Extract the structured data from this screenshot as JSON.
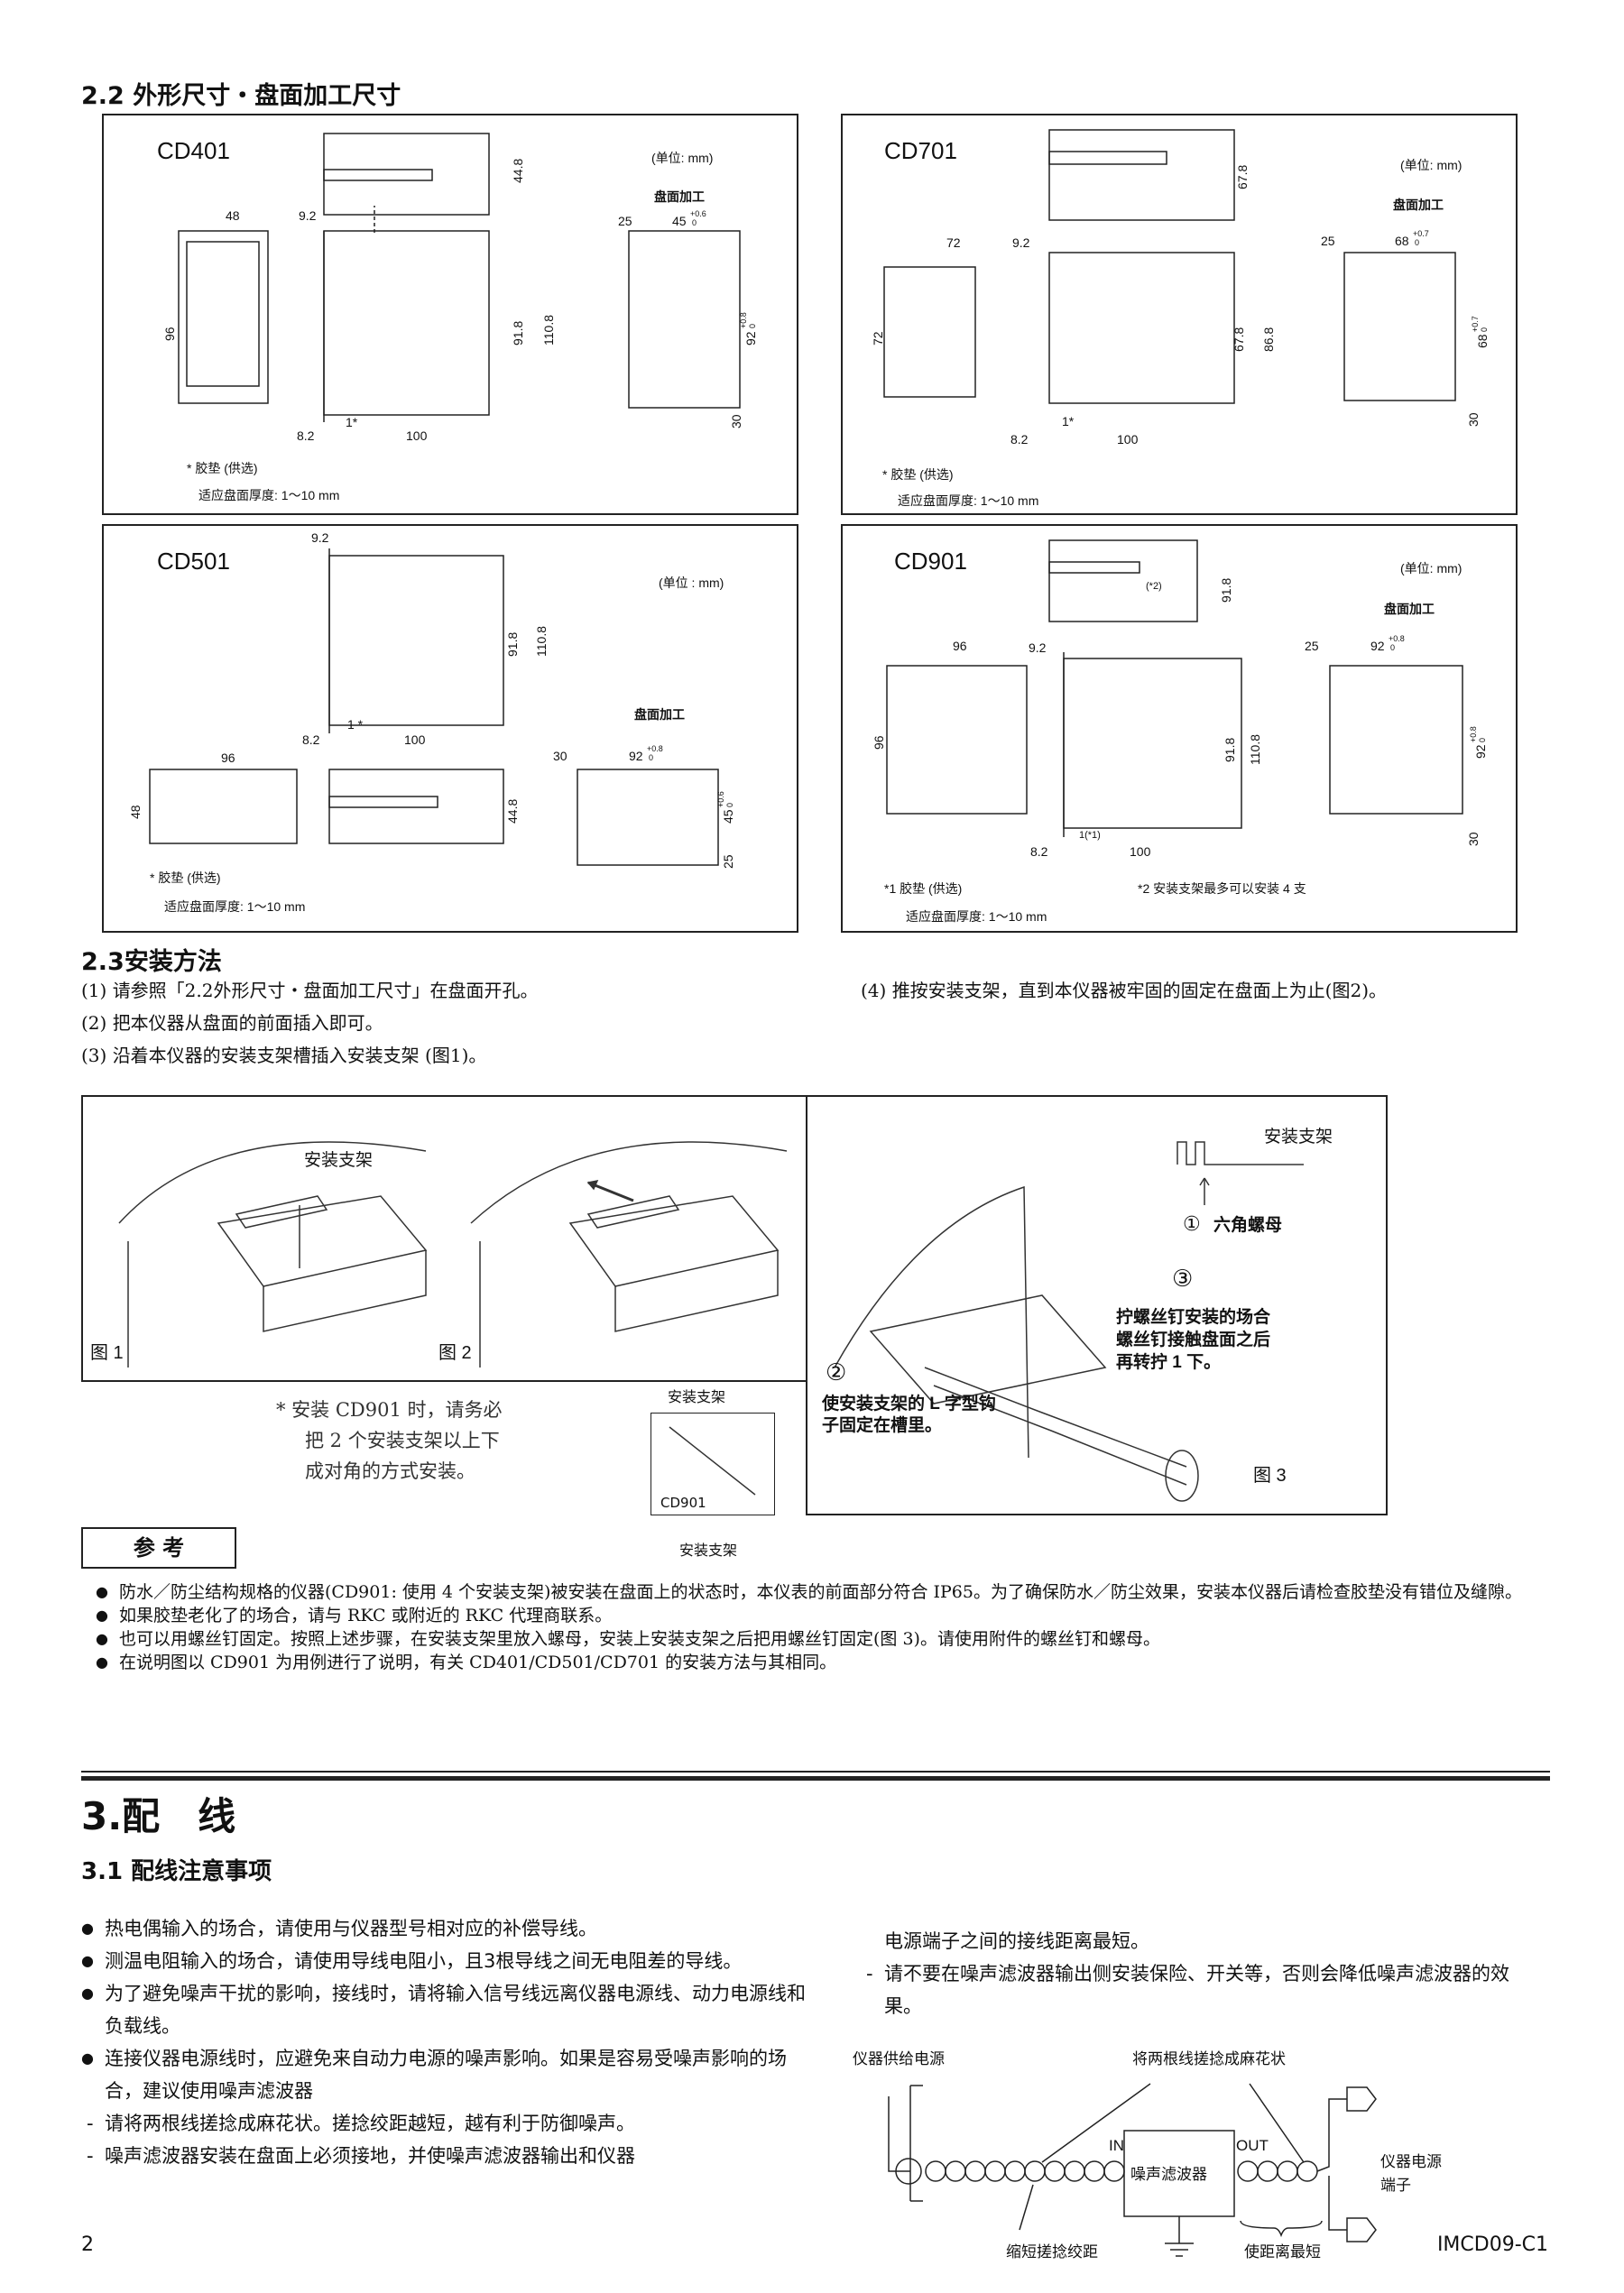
{
  "section22": {
    "title": "2.2 外形尺寸・盘面加工尺寸",
    "cd401": {
      "model": "CD401",
      "unit": "(单位: mm)",
      "panel": "盘面加工",
      "d48": "48",
      "d92a": "9.2",
      "d96": "96",
      "d918": "91.8",
      "d1108": "110.8",
      "d448": "44.8",
      "d25": "25",
      "cut_w": "45",
      "cut_w_tol": "+0.6",
      "cut_w_tol0": "0",
      "cut_h": "92",
      "cut_h_tol": "+0.8",
      "cut_h_tol0": "0",
      "d30": "30",
      "d82": "8.2",
      "d1": "1*",
      "d100": "100",
      "note1": "* 胶垫 (供选)",
      "note2": "适应盘面厚度: 1～10 mm"
    },
    "cd701": {
      "model": "CD701",
      "unit": "(单位: mm)",
      "panel": "盘面加工",
      "d72w": "72",
      "d92a": "9.2",
      "d72h": "72",
      "d678": "67.8",
      "d868": "86.8",
      "d678top": "67.8",
      "d25": "25",
      "cut_w": "68",
      "cut_w_tol": "+0.7",
      "cut_w_tol0": "0",
      "cut_h": "68",
      "cut_h_tol": "+0.7",
      "cut_h_tol0": "0",
      "d30": "30",
      "d82": "8.2",
      "d1": "1*",
      "d100": "100",
      "note1": "* 胶垫 (供选)",
      "note2": "适应盘面厚度: 1～10 mm"
    },
    "cd501": {
      "model": "CD501",
      "unit": "(单位 : mm)",
      "panel": "盘面加工",
      "d92a": "9.2",
      "d918": "91.8",
      "d1108": "110.8",
      "d82": "8.2",
      "d1": "1 *",
      "d100": "100",
      "d96": "96",
      "d48": "48",
      "d448": "44.8",
      "d30": "30",
      "cut_w": "92",
      "cut_w_tol": "+0.8",
      "cut_w_tol0": "0",
      "cut_h": "45",
      "cut_h_tol": "+0.6",
      "cut_h_tol0": "0",
      "d25": "25",
      "note1": "* 胶垫 (供选)",
      "note2": "适应盘面厚度: 1～10 mm"
    },
    "cd901": {
      "model": "CD901",
      "unit": "(单位: mm)",
      "panel": "盘面加工",
      "d918top": "91.8",
      "star2": "(*2)",
      "d25": "25",
      "cut_w": "92",
      "cut_w_tol": "+0.8",
      "cut_w_tol0": "0",
      "d96w": "96",
      "d92a": "9.2",
      "d96h": "96",
      "d918": "91.8",
      "d1108": "110.8",
      "cut_h": "92",
      "cut_h_tol": "+0.8",
      "cut_h_tol0": "0",
      "d30": "30",
      "d82": "8.2",
      "d1": "1(*1)",
      "d100": "100",
      "note1": "*1 胶垫 (供选)",
      "note3": "*2 安装支架最多可以安装 4 支",
      "note2": "适应盘面厚度: 1～10 mm"
    }
  },
  "section23": {
    "title": "2.3安装方法",
    "steps": [
      "(1) 请参照「2.2外形尺寸・盘面加工尺寸」在盘面开孔。",
      "(2) 把本仪器从盘面的前面插入即可。",
      "(3) 沿着本仪器的安装支架槽插入安装支架 (图1)。",
      "(4) 推按安装支架，直到本仪器被牢固的固定在盘面上为止(图2)。"
    ],
    "figure": {
      "bracket": "安装支架",
      "fig1": "图 1",
      "fig2": "图 2",
      "fig3": "图 3",
      "bracket_right": "安装支架",
      "nut_num": "①",
      "nut": "六角螺母",
      "step3": "③",
      "screw_note": [
        "拧螺丝钉安装的场合",
        "螺丝钉接触盘面之后",
        "再转拧 1 下。"
      ],
      "step2": "②",
      "hook_note": [
        "使安装支架的 L 字型钩",
        "子固定在槽里。"
      ],
      "cd901_note": [
        "* 安装 CD901 时，请务必",
        "把 2 个安装支架以上下",
        "成对角的方式安装。"
      ],
      "mini_top": "安装支架",
      "mini_model": "CD901",
      "mini_bottom": "安装支架"
    }
  },
  "reference": {
    "title": "参 考",
    "items": [
      "防水／防尘结构规格的仪器(CD901: 使用 4 个安装支架)被安装在盘面上的状态时，本仪表的前面部分符合 IP65。为了确保防水／防尘效果，安装本仪器后请检查胶垫没有错位及缝隙。",
      "如果胶垫老化了的场合，请与 RKC 或附近的 RKC 代理商联系。",
      "也可以用螺丝钉固定。按照上述步骤，在安装支架里放入螺母，安装上安装支架之后把用螺丝钉固定(图 3)。请使用附件的螺丝钉和螺母。",
      "在说明图以 CD901 为用例进行了说明，有关 CD401/CD501/CD701 的安装方法与其相同。"
    ]
  },
  "section3": {
    "title": "3.配　线",
    "sub_title": "3.1 配线注意事项",
    "left_bullets": [
      "热电偶输入的场合，请使用与仪器型号相对应的补偿导线。",
      "测温电阻输入的场合，请使用导线电阻小，且3根导线之间无电阻差的导线。",
      "为了避免噪声干扰的影响，接线时，请将输入信号线远离仪器电源线、动力电源线和负载线。",
      "连接仪器电源线时，应避免来自动力电源的噪声影响。如果是容易受噪声影响的场合，建议使用噪声滤波器"
    ],
    "left_dashes": [
      "请将两根线搓捻成麻花状。搓捻绞距越短，越有利于防御噪声。",
      "噪声滤波器安装在盘面上必须接地，并使噪声滤波器输出和仪器"
    ],
    "right_cont": "电源端子之间的接线距离最短。",
    "right_dashes": [
      "请不要在噪声滤波器输出侧安装保险、开关等，否则会降低噪声滤波器的效果。"
    ],
    "diagram": {
      "supply": "仪器供给电源",
      "twist": "将两根线搓捻成麻花状",
      "in": "IN",
      "out": "OUT",
      "filter": "噪声滤波器",
      "terminal_1": "仪器电源",
      "terminal_2": "端子",
      "shorten_pitch": "缩短搓捻绞距",
      "shortest": "使距离最短"
    }
  },
  "footer": {
    "page": "2",
    "doc_code": "IMCD09-C1"
  }
}
